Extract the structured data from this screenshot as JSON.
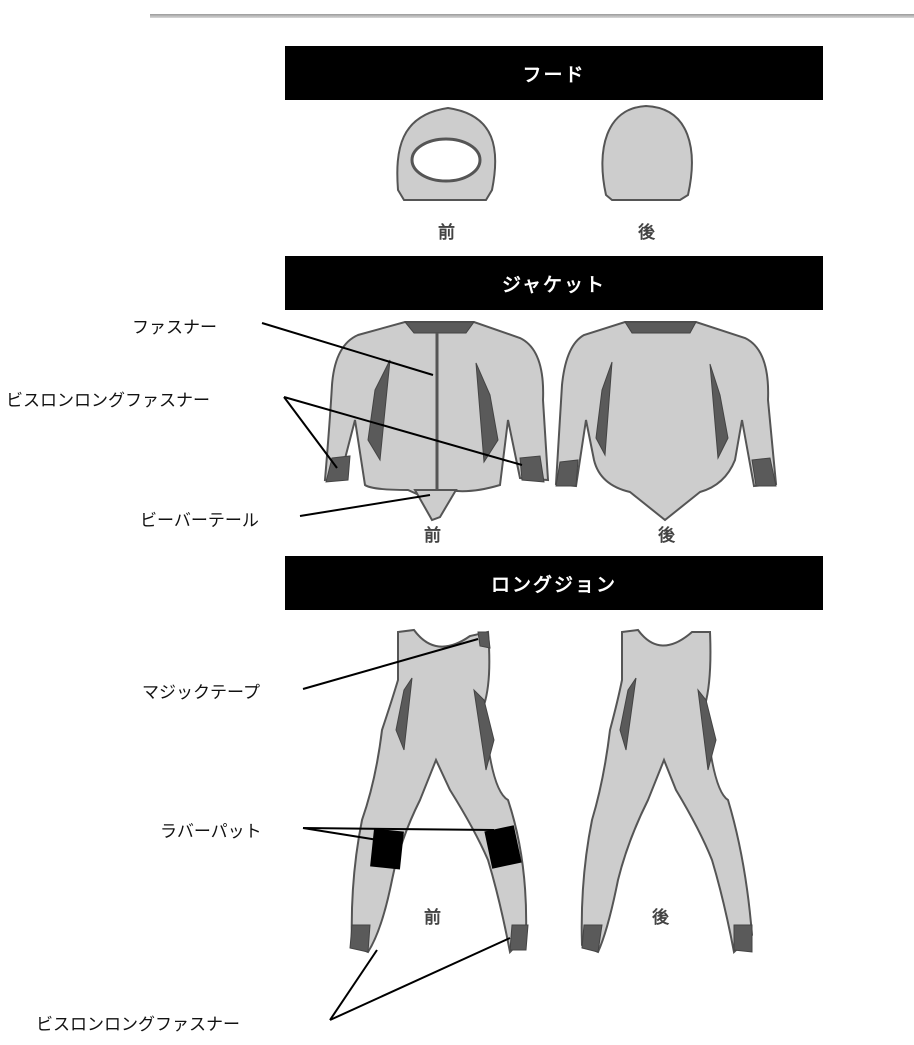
{
  "sections": {
    "hood": {
      "title": "フード",
      "front": "前",
      "back": "後"
    },
    "jacket": {
      "title": "ジャケット",
      "front": "前",
      "back": "後"
    },
    "longjohn": {
      "title": "ロングジョン",
      "front": "前",
      "back": "後"
    }
  },
  "callouts": {
    "fastener": "ファスナー",
    "vislon_jacket": "ビスロンロングファスナー",
    "beaver_tail": "ビーバーテール",
    "velcro": "マジックテープ",
    "rubber_pad": "ラバーパット",
    "vislon_longjohn": "ビスロンロングファスナー"
  },
  "colors": {
    "garment": "#cdcdcd",
    "accent": "#5a5a5a",
    "bar": "#000000"
  }
}
